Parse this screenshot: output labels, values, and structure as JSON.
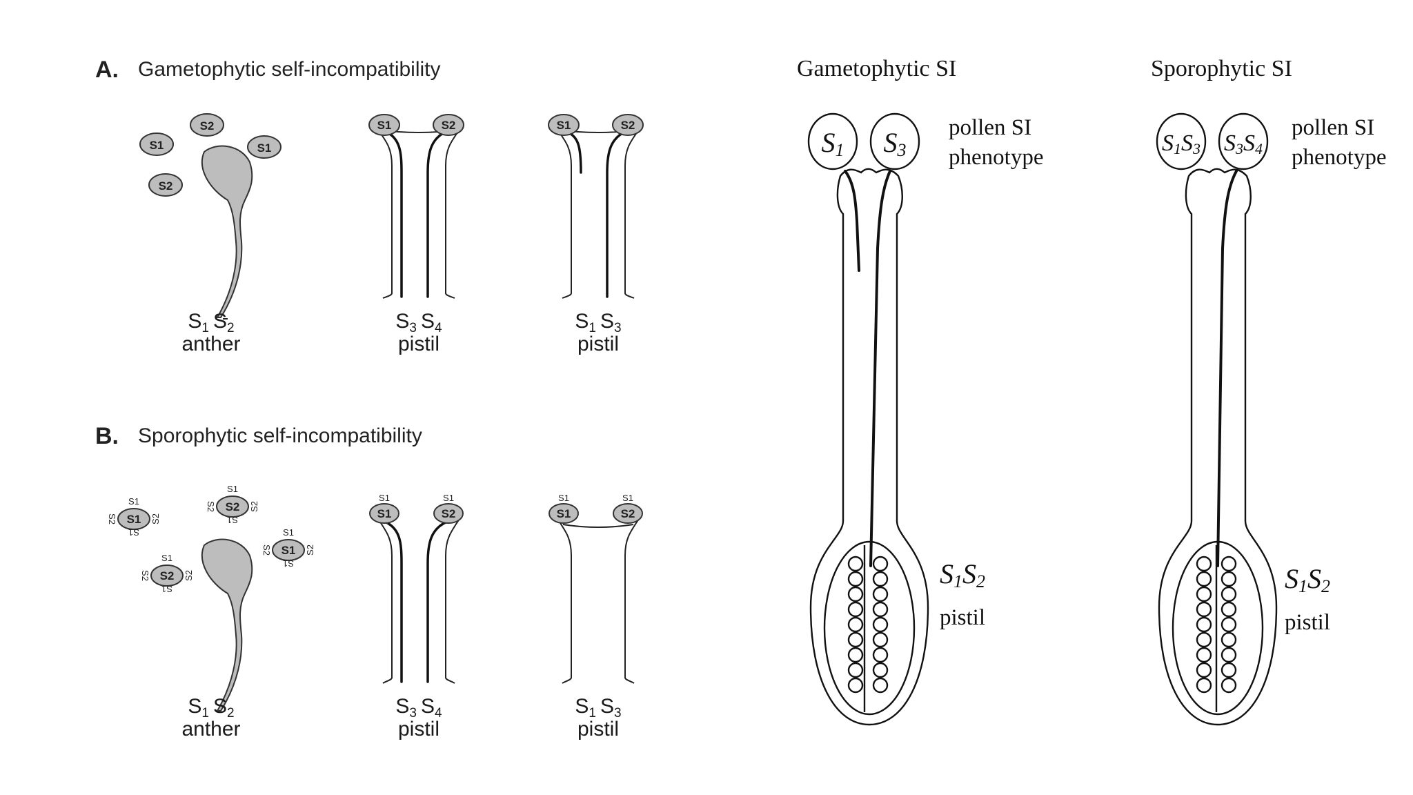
{
  "left_panel": {
    "panel_a": {
      "letter": "A.",
      "title": "Gametophytic self-incompatibility",
      "pollen_labels": [
        "S2",
        "S1",
        "S1",
        "S2"
      ],
      "anther_genotype": {
        "s1": "S",
        "n1": "1",
        "s2": "S",
        "n2": "2"
      },
      "anther_label": "anther",
      "pistil1_stigma": [
        "S1",
        "S2"
      ],
      "pistil1_genotype": {
        "s1": "S",
        "n1": "3",
        "s2": "S",
        "n2": "4"
      },
      "pistil1_label": "pistil",
      "pistil2_stigma": [
        "S1",
        "S2"
      ],
      "pistil2_genotype": {
        "s1": "S",
        "n1": "1",
        "s2": "S",
        "n2": "3"
      },
      "pistil2_label": "pistil"
    },
    "panel_b": {
      "letter": "B.",
      "title": "Sporophytic self-incompatibility",
      "pollen_labels": [
        "S1",
        "S2",
        "S2",
        "S1"
      ],
      "coat_label_top": "S1",
      "coat_label_bottom": "S1",
      "coat_label_left": "S2",
      "coat_label_right": "S2",
      "anther_genotype": {
        "s1": "S",
        "n1": "1",
        "s2": "S",
        "n2": "2"
      },
      "anther_label": "anther",
      "pistil1_stigma": [
        "S1",
        "S2"
      ],
      "pistil1_genotype": {
        "s1": "S",
        "n1": "3",
        "s2": "S",
        "n2": "4"
      },
      "pistil1_label": "pistil",
      "pistil2_stigma": [
        "S1",
        "S2"
      ],
      "pistil2_genotype": {
        "s1": "S",
        "n1": "1",
        "s2": "S",
        "n2": "3"
      },
      "pistil2_label": "pistil"
    }
  },
  "right_panel": {
    "gametophytic": {
      "title": "Gametophytic SI",
      "pollen1": {
        "s": "S",
        "n": "1"
      },
      "pollen2": {
        "s": "S",
        "n": "3"
      },
      "pollen_label_1": "pollen SI",
      "pollen_label_2": "phenotype",
      "pistil_genotype": {
        "s1": "S",
        "n1": "1",
        "s2": "S",
        "n2": "2"
      },
      "pistil_label": "pistil"
    },
    "sporophytic": {
      "title": "Sporophytic SI",
      "pollen1": {
        "s1": "S",
        "n1": "1",
        "s2": "S",
        "n2": "3"
      },
      "pollen2": {
        "s1": "S",
        "n1": "3",
        "s2": "S",
        "n2": "4"
      },
      "pollen_label_1": "pollen SI",
      "pollen_label_2": "phenotype",
      "pistil_genotype": {
        "s1": "S",
        "n1": "1",
        "s2": "S",
        "n2": "2"
      },
      "pistil_label": "pistil"
    }
  }
}
